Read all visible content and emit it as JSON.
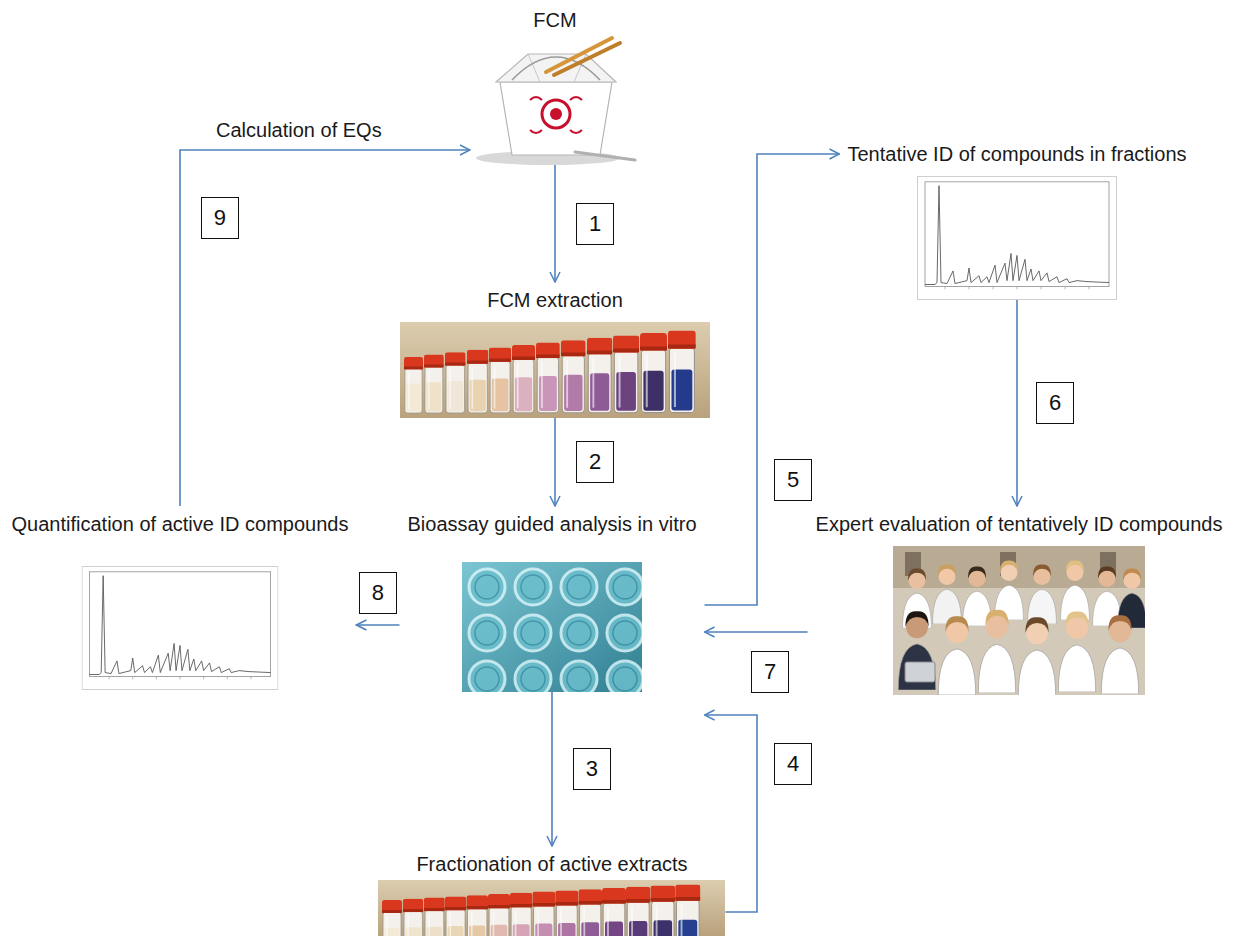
{
  "diagram": {
    "nodes": [
      {
        "text": [
          "FCM"
        ]
      },
      {
        "text": [
          "FCM extraction"
        ]
      },
      {
        "text": [
          "Bioassay guided analysis in vitro"
        ]
      },
      {
        "text": [
          "Fractionation of active extracts"
        ]
      },
      {
        "text": [
          "Tentative ID of compounds in fractions"
        ]
      },
      {
        "text": [
          "Expert evaluation of tentatively ID compounds"
        ]
      },
      {
        "text": [
          "Quantification of active ID compounds"
        ]
      }
    ],
    "edges": [
      {
        "from": 0,
        "to": 1,
        "label": "1",
        "arrow": "to"
      },
      {
        "from": 1,
        "to": 2,
        "label": "2",
        "arrow": "to"
      },
      {
        "from": 2,
        "to": 3,
        "label": "3",
        "arrow": "to"
      },
      {
        "from": 3,
        "to": 2,
        "label": "4",
        "arrow": "to"
      },
      {
        "from": 2,
        "to": 4,
        "label": "5",
        "arrow": "to"
      },
      {
        "from": 4,
        "to": 5,
        "label": "6",
        "arrow": "to"
      },
      {
        "from": 5,
        "to": 2,
        "label": "7",
        "arrow": "to"
      },
      {
        "from": 2,
        "to": 6,
        "label": "8",
        "arrow": "to"
      },
      {
        "from": 6,
        "to": 0,
        "label": "9",
        "arrow": "to"
      }
    ],
    "labels": [
      "Calculation of EQs"
    ]
  }
}
